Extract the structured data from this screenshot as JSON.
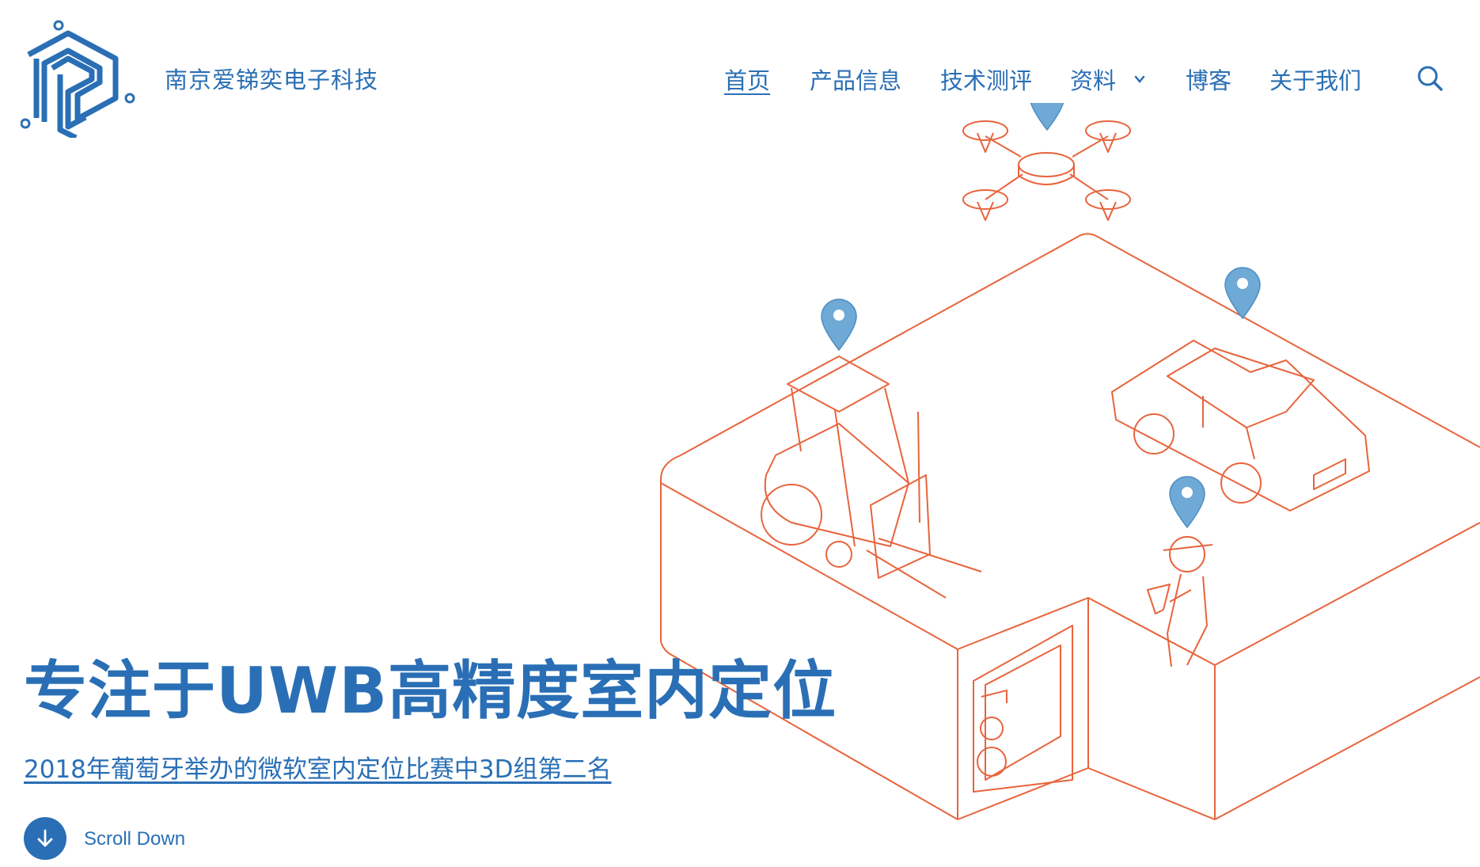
{
  "header": {
    "brand_name": "南京爱锑奕电子科技",
    "logo_icon": "cube-circuit-logo"
  },
  "nav": {
    "items": [
      {
        "label": "首页",
        "active": true
      },
      {
        "label": "产品信息"
      },
      {
        "label": "技术测评"
      },
      {
        "label": "资料",
        "has_dropdown": true
      },
      {
        "label": "博客"
      },
      {
        "label": "关于我们"
      }
    ],
    "search_icon": "search-icon"
  },
  "hero": {
    "title": "专注于UWB高精度室内定位",
    "subtitle_link": "2018年葡萄牙举办的微软室内定位比赛中3D组第二名",
    "scroll_label": "Scroll Down",
    "illustration": "isometric-indoor-positioning"
  },
  "colors": {
    "primary": "#2a6fb5",
    "line_art": "#e8643c",
    "pin": "#6fa9d6"
  }
}
